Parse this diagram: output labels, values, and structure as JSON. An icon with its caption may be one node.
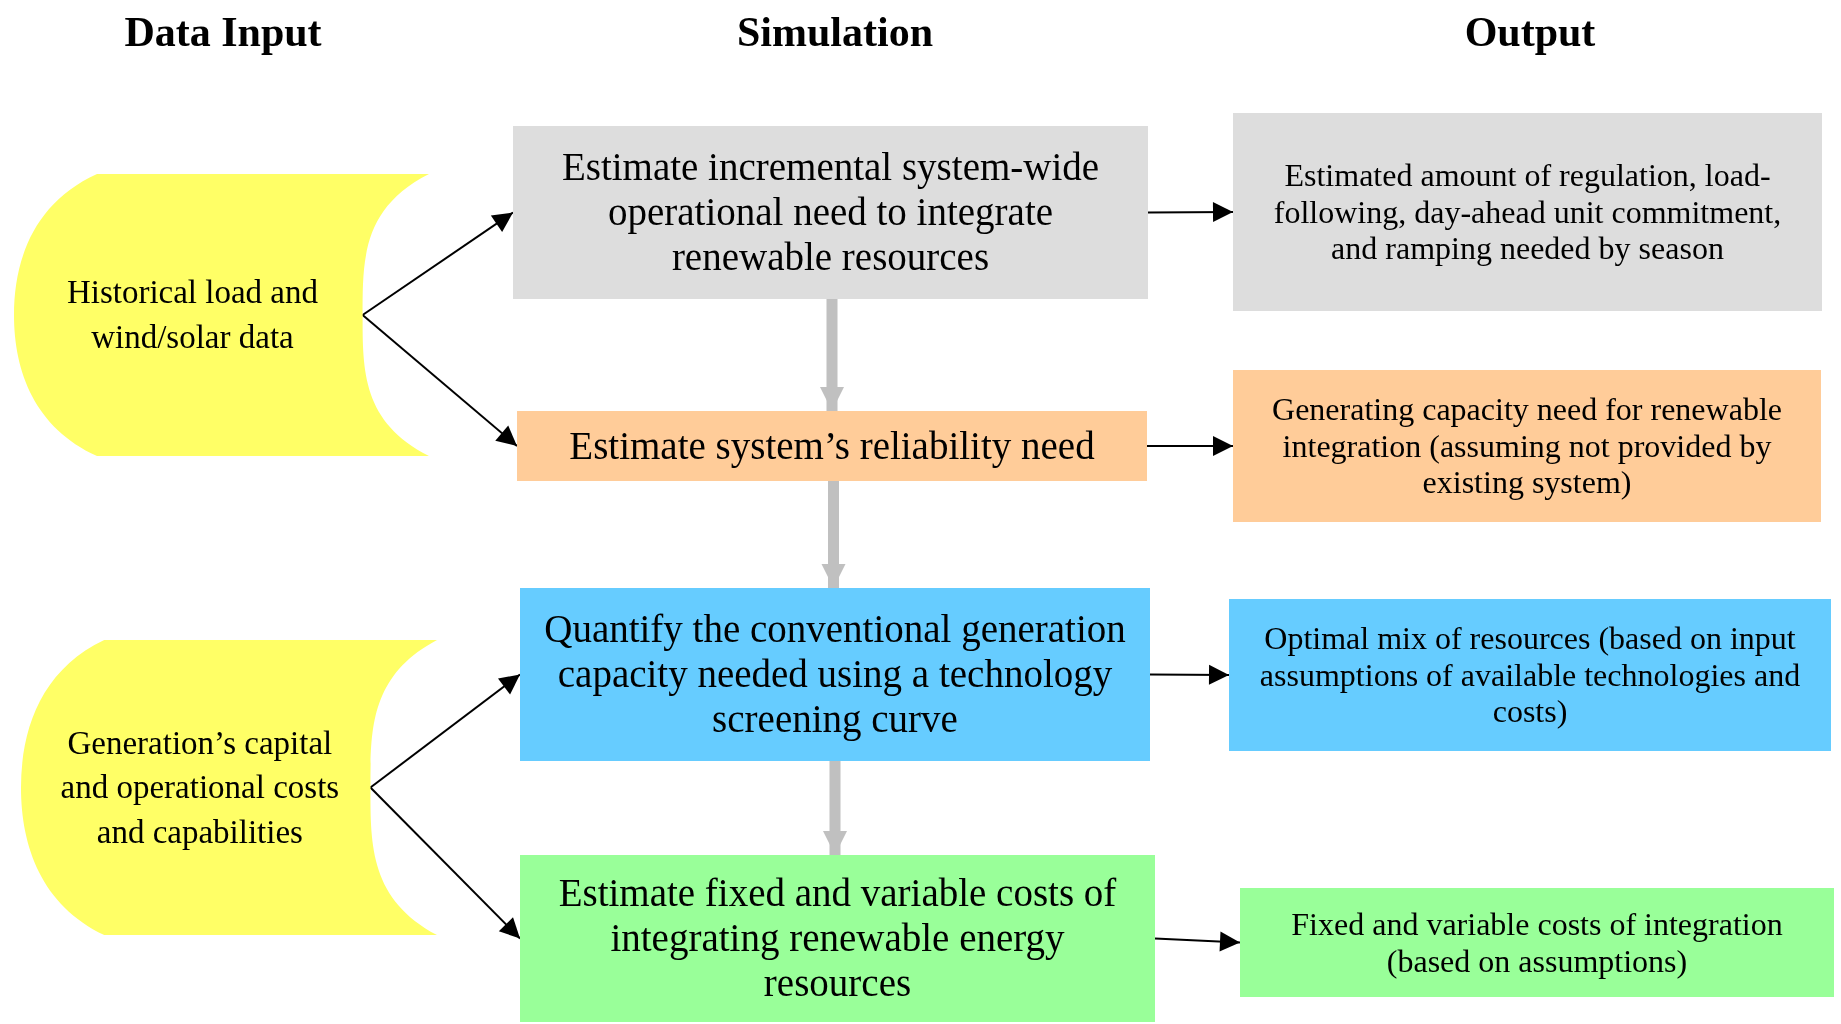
{
  "diagram": {
    "nodes": [
      {
        "text": [
          "Historical load and wind/solar data"
        ]
      },
      {
        "text": [
          "Estimate incremental system-wide operational need to integrate renewable resources"
        ]
      },
      {
        "text": [
          "Estimated amount of regulation, load-following, day-ahead unit commitment, and ramping needed by season"
        ]
      },
      {
        "text": [
          "Estimate system’s reliability need"
        ]
      },
      {
        "text": [
          "Generating capacity need for renewable integration (assuming not provided by existing system)"
        ]
      },
      {
        "text": [
          "Generation’s capital and operational costs and capabilities"
        ]
      },
      {
        "text": [
          "Quantify the conventional generation capacity needed using a technology screening curve"
        ]
      },
      {
        "text": [
          "Optimal mix of resources (based on input assumptions of available technologies and costs)"
        ]
      },
      {
        "text": [
          "Estimate fixed and variable costs of integrating renewable energy resources"
        ]
      },
      {
        "text": [
          "Fixed and variable costs of integration (based on assumptions)"
        ]
      }
    ],
    "edges": [
      {
        "from": 0,
        "to": 1,
        "arrow": "to"
      },
      {
        "from": 0,
        "to": 3,
        "arrow": "to"
      },
      {
        "from": 1,
        "to": 2,
        "arrow": "to"
      },
      {
        "from": 3,
        "to": 4,
        "arrow": "to"
      },
      {
        "from": 5,
        "to": 6,
        "arrow": "to"
      },
      {
        "from": 5,
        "to": 8,
        "arrow": "to"
      },
      {
        "from": 6,
        "to": 7,
        "arrow": "to"
      },
      {
        "from": 8,
        "to": 9,
        "arrow": "to"
      },
      {
        "from": 1,
        "to": 3,
        "arrow": "to",
        "style": "thick",
        "color": "#c0c0c0"
      },
      {
        "from": 3,
        "to": 6,
        "arrow": "to",
        "style": "thick",
        "color": "#c0c0c0"
      },
      {
        "from": 6,
        "to": 8,
        "arrow": "to",
        "style": "thick",
        "color": "#c0c0c0"
      }
    ],
    "labels": [
      "Data Input",
      "Simulation",
      "Output"
    ]
  }
}
